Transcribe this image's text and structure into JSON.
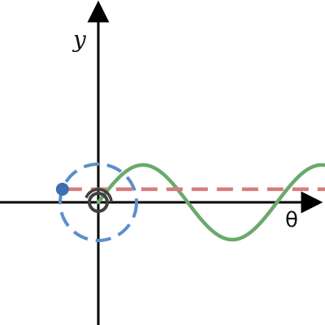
{
  "labels": {
    "y_axis": "y",
    "x_axis": "θ"
  },
  "colors": {
    "background": "#ffffff",
    "axes": "#000000",
    "circle": "#5b8fc7",
    "sine_curve": "#6aaa6d",
    "projection_line": "#d97b7b",
    "point": "#3d6fb0",
    "origin_marker": "#404040"
  },
  "diagram": {
    "circle_radius": 1,
    "angle_deg": 160,
    "sine_amplitude": 1,
    "sine_period_rad": 6.283
  }
}
